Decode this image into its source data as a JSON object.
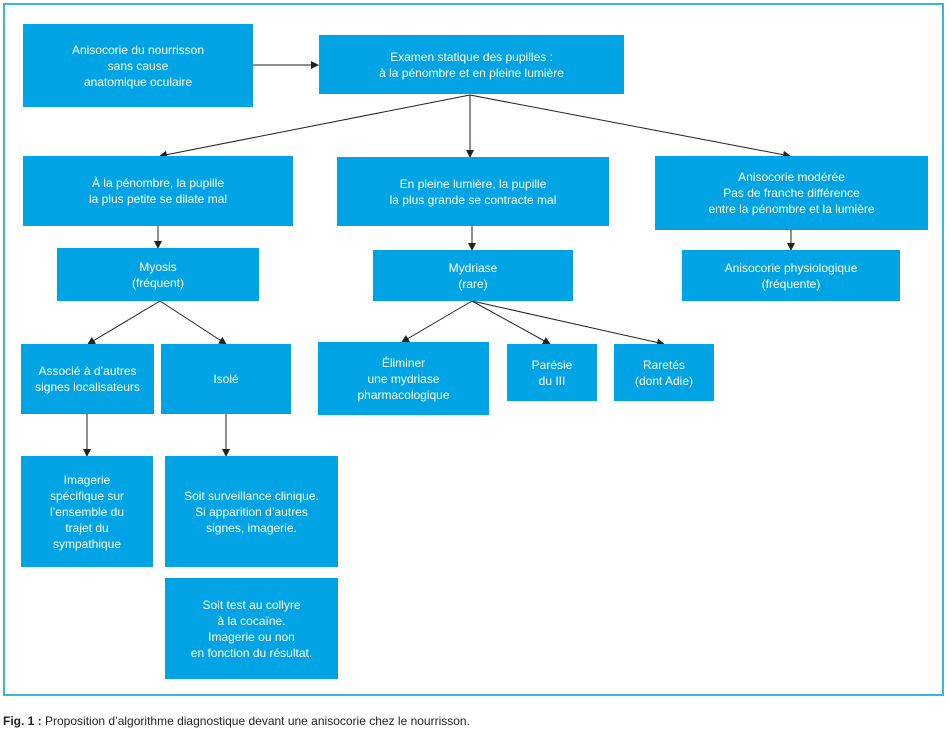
{
  "nodes": {
    "root_left": "Anisocorie du nourrisson\nsans cause\nanatomique oculaire",
    "exam": "Examen statique des pupilles :\nà la pénombre et en pleine lumière",
    "penombre": "À la pénombre, la pupille\nla plus petite se dilate mal",
    "lumiere": "En pleine lumière, la pupille\nla plus grande se contracte mal",
    "moderee": "Anisocorie modérée\nPas de franche différence\nentre la pénombre et la lumière",
    "myosis": "Myosis\n(fréquent)",
    "mydriase": "Mydriase\n(rare)",
    "physiologique": "Anisocorie physiologique\n(fréquente)",
    "associe": "Associé à d’autres\nsignes localisateurs",
    "isole": "Isolé",
    "eliminer": "Éliminer\nune mydriase\npharmacologique",
    "paresie": "Parésie\ndu III",
    "raretes": "Raretés\n(dont Adie)",
    "imagerie": "Imagerie\nspécifique sur\nl’ensemble du\ntrajet du\nsympathique",
    "surveillance": "Soit surveillance clinique.\nSi apparition d’autres\nsignes, imagerie.",
    "collyre": "Soit test au collyre\nà la cocaïne.\nImagerie ou non\nen fonction du résultat."
  },
  "caption": {
    "label": "Fig. 1 :",
    "text": " Proposition d’algorithme diagnostique devant une anisocorie chez le nourrisson."
  },
  "colors": {
    "box": "#00a4e4",
    "frame": "#39b4e6",
    "arrow": "#222222"
  }
}
